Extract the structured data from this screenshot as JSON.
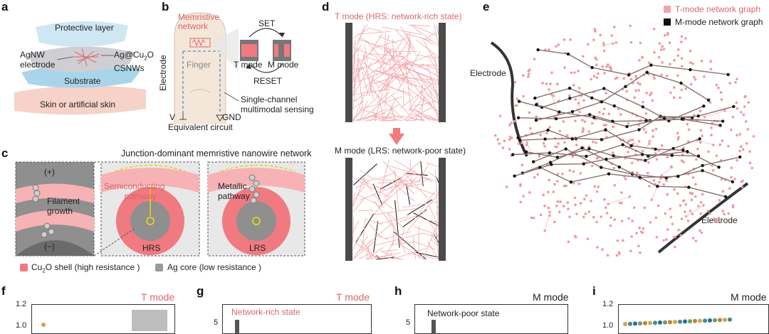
{
  "panels": {
    "a": {
      "label": "a",
      "layers": [
        "Protective layer",
        "AgNW electrode",
        "Substrate",
        "Skin or artificial skin"
      ],
      "agnw_line1": "AgNW",
      "agnw_line2": "electrode",
      "csnw_line1": "Ag@Cu",
      "csnw_sub": "2",
      "csnw_sup_tail": "O",
      "csnw_line2": "CSNWs"
    },
    "b": {
      "label": "b",
      "memristive_line1": "Memristive",
      "memristive_line2": "network",
      "finger": "Finger",
      "electrode": "Electrode",
      "set": "SET",
      "reset": "RESET",
      "t_mode": "T mode",
      "m_mode": "M mode",
      "single_line1": "Single-channel",
      "single_line2": "multimodal sensing",
      "v": "V",
      "gnd": "GND",
      "equiv": "Equivalent circuit"
    },
    "c": {
      "label": "c",
      "title": "Junction-dominant memristive nanowire network",
      "plus": "(+)",
      "minus": "(−)",
      "filament_line1": "Filament",
      "filament_line2": "growth",
      "semi_line1": "Semiconducting",
      "semi_line2": "pathway",
      "metal_line1": "Metallic",
      "metal_line2": "pathway",
      "hrs": "HRS",
      "lrs": "LRS",
      "legend_cu_a": "Cu",
      "legend_cu_sub": "2",
      "legend_cu_b": "O shell (high resistance )",
      "legend_ag": "Ag  core (low resistance )"
    },
    "d": {
      "label": "d",
      "top_title": "T mode (HRS: network-rich state)",
      "bottom_title": "M mode (LRS: network-poor state)"
    },
    "e": {
      "label": "e",
      "legend_t": "T-mode network graph",
      "legend_m": "M-mode network graph",
      "electrode_left": "Electrode",
      "electrode_right": "Electrode"
    },
    "f": {
      "label": "f",
      "mode": "T mode",
      "y_ticks": [
        "1.2",
        "1.0"
      ]
    },
    "g": {
      "label": "g",
      "mode": "T mode",
      "state": "Network-rich state",
      "y_tick": "5"
    },
    "h": {
      "label": "h",
      "mode": "M mode",
      "state": "Network-poor state",
      "y_tick": "5"
    },
    "i": {
      "label": "i",
      "mode": "M mode",
      "y_ticks": [
        "1.2",
        "1.0"
      ]
    }
  },
  "colors": {
    "pink": "#f2a5a8",
    "pink_dark": "#d9676b",
    "grey": "#8f8f8f",
    "dark": "#3c3c3c"
  }
}
